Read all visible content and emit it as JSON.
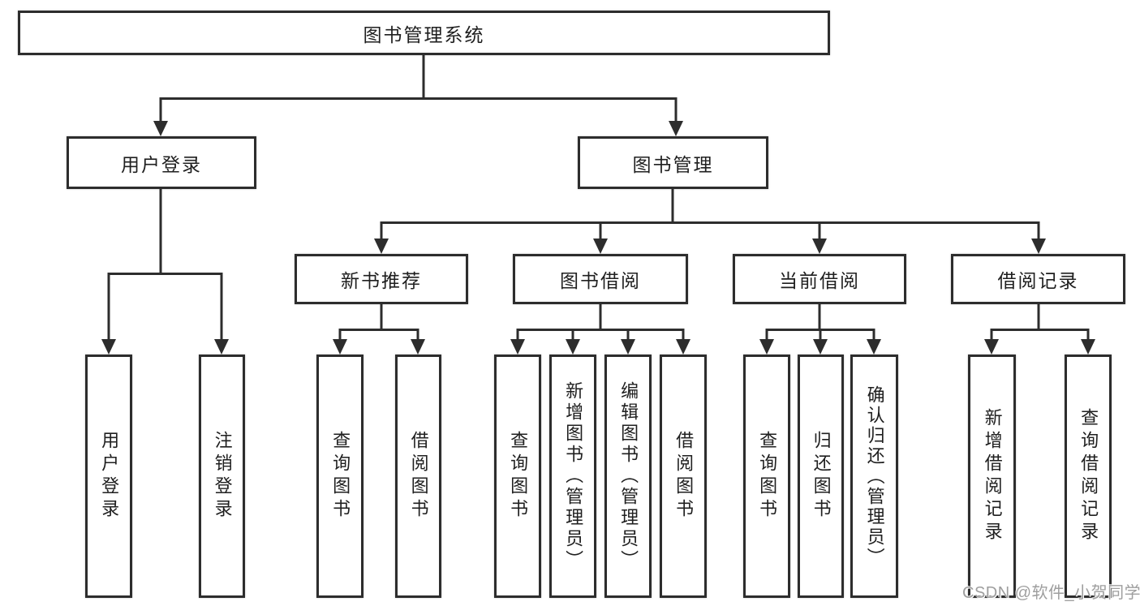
{
  "diagram_type": "hierarchy-diagram",
  "colors": {
    "line": "#2d2d2d",
    "box_border": "#2d2d2d",
    "box_fill": "#ffffff",
    "text": "#1f1f1f",
    "watermark": "#9e9e9e",
    "background": "#ffffff"
  },
  "tree": {
    "label": "图书管理系统",
    "children": [
      {
        "label": "用户登录",
        "children": [
          {
            "label": "用户登录"
          },
          {
            "label": "注销登录"
          }
        ]
      },
      {
        "label": "图书管理",
        "children": [
          {
            "label": "新书推荐",
            "children": [
              {
                "label": "查询图书"
              },
              {
                "label": "借阅图书"
              }
            ]
          },
          {
            "label": "图书借阅",
            "children": [
              {
                "label": "查询图书"
              },
              {
                "label": "新增图书（管理员）"
              },
              {
                "label": "编辑图书（管理员）"
              },
              {
                "label": "借阅图书"
              }
            ]
          },
          {
            "label": "当前借阅",
            "children": [
              {
                "label": "查询图书"
              },
              {
                "label": "归还图书"
              },
              {
                "label": "确认归还（管理员）"
              }
            ]
          },
          {
            "label": "借阅记录",
            "children": [
              {
                "label": "新增借阅记录"
              },
              {
                "label": "查询借阅记录"
              }
            ]
          }
        ]
      }
    ]
  },
  "watermark": {
    "text": "CSDN @软件_小贺同学"
  }
}
